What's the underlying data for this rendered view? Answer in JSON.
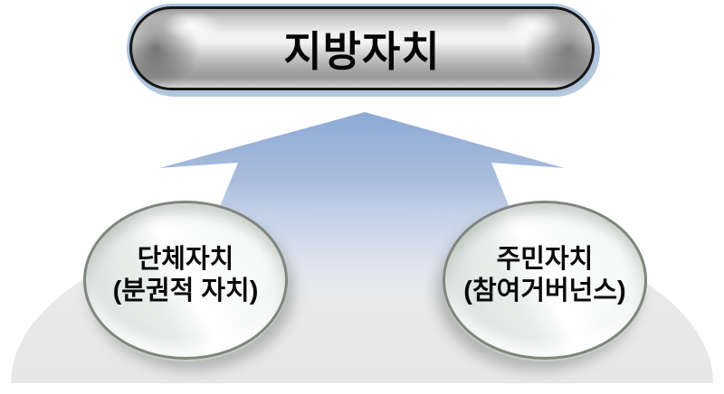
{
  "title_capsule": {
    "label": "지방자치"
  },
  "nodes": {
    "left": {
      "line1": "단체자치",
      "line2": "(분권적 자치)"
    },
    "right": {
      "line1": "주민자치",
      "line2": "(참여거버넌스)"
    }
  },
  "shapes": {
    "arrow_icon": "up-arrow",
    "dome_icon": "base-dome"
  },
  "colors": {
    "background": "#ffffff",
    "arrow_blue_top": "#8caad4",
    "arrow_blue_mid": "#aabddd",
    "arrow_blue_fade": "#e8eef7",
    "dome_gray_top": "#f1f2f2",
    "dome_gray": "#e9e9e9",
    "capsule_ring_blue": "#aec4de",
    "capsule_border": "#161616",
    "node_ring_gray": "#80857e",
    "text_black": "#0a0a0a"
  }
}
